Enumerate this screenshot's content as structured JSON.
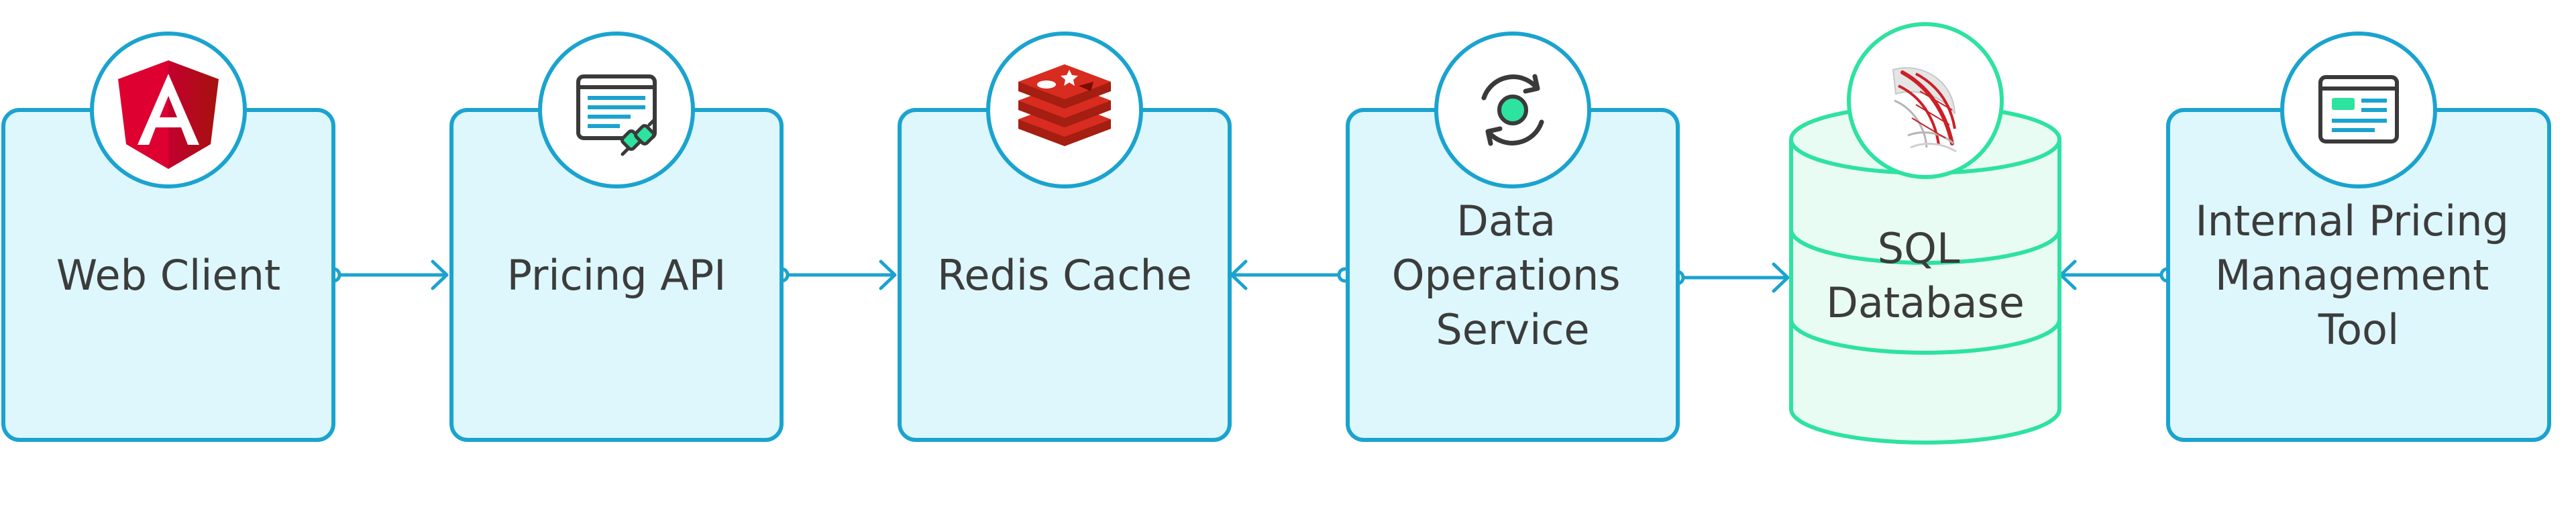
{
  "diagram": {
    "colors": {
      "service_stroke": "#1ba3cf",
      "service_fill": "#ddf7fc",
      "database_stroke": "#2ee2a0",
      "database_fill": "#e9fcf4",
      "connector": "#1ba3cf",
      "text": "#3c3c3c"
    },
    "nodes": [
      {
        "id": "web-client",
        "label_lines": [
          "Web Client"
        ],
        "icon": "angular-logo-icon"
      },
      {
        "id": "pricing-api",
        "label_lines": [
          "Pricing API"
        ],
        "icon": "api-plug-icon"
      },
      {
        "id": "redis-cache",
        "label_lines": [
          "Redis Cache"
        ],
        "icon": "redis-logo-icon"
      },
      {
        "id": "data-operations-service",
        "label_lines": [
          "Data",
          "Operations",
          "Service"
        ],
        "icon": "sync-cycle-icon"
      },
      {
        "id": "sql-database",
        "label_lines": [
          "SQL",
          "Database"
        ],
        "icon": "sql-server-logo-icon"
      },
      {
        "id": "internal-pricing-management-tool",
        "label_lines": [
          "Internal Pricing",
          "Management",
          "Tool"
        ],
        "icon": "browser-window-icon"
      }
    ],
    "edges": [
      {
        "from": "web-client",
        "to": "pricing-api"
      },
      {
        "from": "pricing-api",
        "to": "redis-cache"
      },
      {
        "from": "data-operations-service",
        "to": "redis-cache"
      },
      {
        "from": "data-operations-service",
        "to": "sql-database"
      },
      {
        "from": "internal-pricing-management-tool",
        "to": "sql-database"
      }
    ]
  }
}
